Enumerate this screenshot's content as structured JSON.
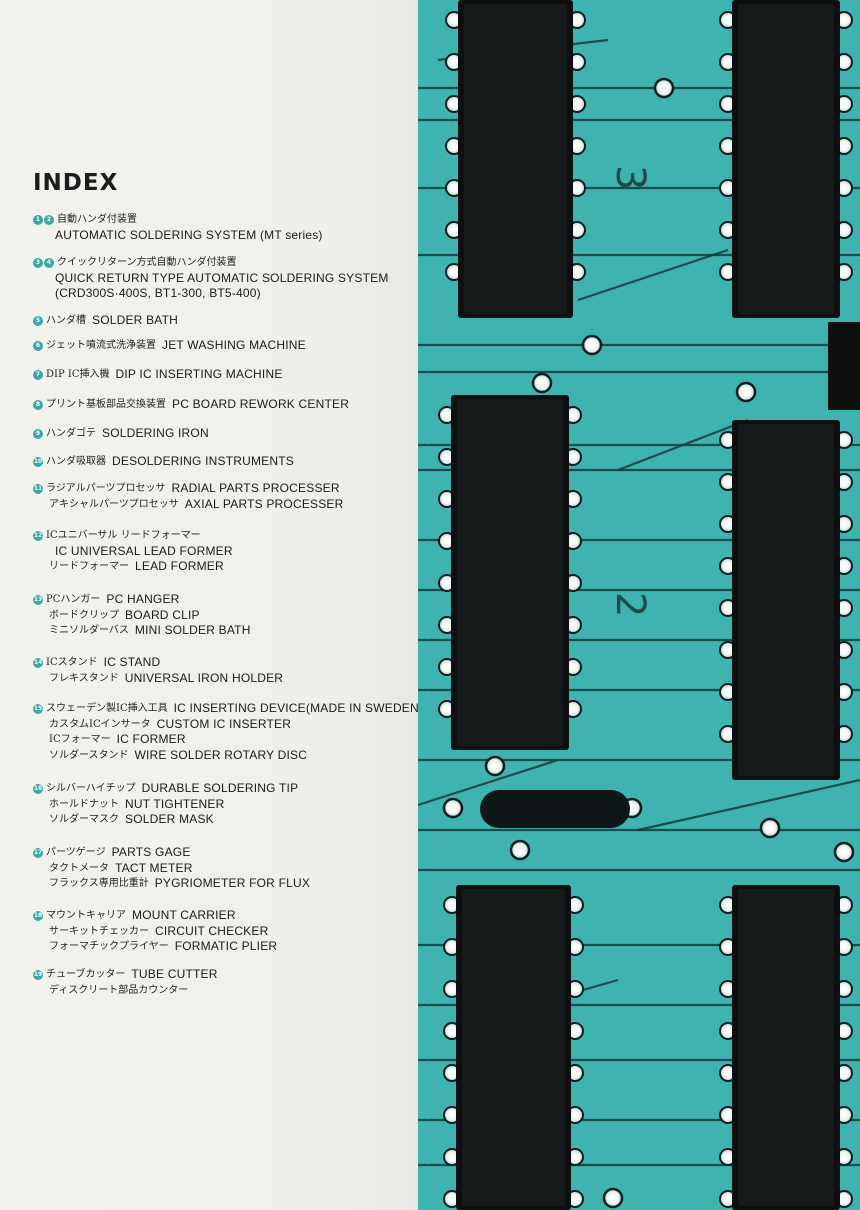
{
  "index_title": "INDEX",
  "accent_color": "#38a8a7",
  "board_color": "#3fb3b0",
  "chip_label_top": "3",
  "chip_label_mid": "2",
  "entries": [
    {
      "nums": [
        "1",
        "2"
      ],
      "lines": [
        {
          "ja": "自動ハンダ付装置",
          "en": ""
        },
        {
          "ja": "",
          "en": "AUTOMATIC SOLDERING SYSTEM (MT series)"
        }
      ]
    },
    {
      "nums": [
        "3",
        "4"
      ],
      "lines": [
        {
          "ja": "クイックリターン方式自動ハンダ付装置",
          "en": ""
        },
        {
          "ja": "",
          "en": "QUICK RETURN TYPE AUTOMATIC SOLDERING SYSTEM"
        },
        {
          "ja": "",
          "en": "(CRD300S·400S, BT1-300, BT5-400)"
        }
      ]
    },
    {
      "nums": [
        "5"
      ],
      "lines": [
        {
          "ja": "ハンダ槽",
          "en": "SOLDER BATH"
        }
      ]
    },
    {
      "nums": [
        "6"
      ],
      "lines": [
        {
          "ja": "ジェット噴流式洗浄装置",
          "en": "JET WASHING MACHINE"
        }
      ]
    },
    {
      "nums": [
        "7"
      ],
      "lines": [
        {
          "ja": "DIP IC挿入機",
          "en": "DIP IC INSERTING MACHINE"
        }
      ]
    },
    {
      "nums": [
        "8"
      ],
      "lines": [
        {
          "ja": "プリント基板部品交換装置",
          "en": "PC BOARD REWORK CENTER"
        }
      ]
    },
    {
      "nums": [
        "9"
      ],
      "lines": [
        {
          "ja": "ハンダゴテ",
          "en": "SOLDERING IRON"
        }
      ]
    },
    {
      "nums": [
        "10"
      ],
      "lines": [
        {
          "ja": "ハンダ吸取器",
          "en": "DESOLDERING INSTRUMENTS"
        }
      ]
    },
    {
      "nums": [
        "11"
      ],
      "lines": [
        {
          "ja": "ラジアルパーツプロセッサ",
          "en": "RADIAL PARTS PROCESSER"
        },
        {
          "ja": "アキシャルパーツプロセッサ",
          "en": "AXIAL PARTS PROCESSER"
        }
      ]
    },
    {
      "nums": [
        "12"
      ],
      "lines": [
        {
          "ja": "ICユニバーサル リードフォーマー",
          "en": ""
        },
        {
          "ja": "",
          "en": "IC UNIVERSAL LEAD FORMER"
        },
        {
          "ja": "リードフォーマー",
          "en": "LEAD FORMER"
        }
      ]
    },
    {
      "nums": [
        "13"
      ],
      "lines": [
        {
          "ja": "PCハンガー",
          "en": "PC HANGER"
        },
        {
          "ja": "ボードクリップ",
          "en": "BOARD CLIP"
        },
        {
          "ja": "ミニソルダーバス",
          "en": "MINI SOLDER BATH"
        }
      ]
    },
    {
      "nums": [
        "14"
      ],
      "lines": [
        {
          "ja": "ICスタンド",
          "en": "IC STAND"
        },
        {
          "ja": "フレキスタンド",
          "en": "UNIVERSAL IRON HOLDER"
        }
      ]
    },
    {
      "nums": [
        "15"
      ],
      "lines": [
        {
          "ja": "スウェーデン製IC挿入工具",
          "en": "IC INSERTING DEVICE(MADE IN SWEDEN)"
        },
        {
          "ja": "カスタムICインサータ",
          "en": "CUSTOM IC INSERTER"
        },
        {
          "ja": "ICフォーマー",
          "en": "IC FORMER"
        },
        {
          "ja": "ソルダースタンド",
          "en": "WIRE SOLDER ROTARY DISC"
        }
      ]
    },
    {
      "nums": [
        "16"
      ],
      "lines": [
        {
          "ja": "シルバーハイチップ",
          "en": "DURABLE SOLDERING TIP"
        },
        {
          "ja": "ホールドナット",
          "en": "NUT TIGHTENER"
        },
        {
          "ja": "ソルダーマスク",
          "en": "SOLDER MASK"
        }
      ]
    },
    {
      "nums": [
        "17"
      ],
      "lines": [
        {
          "ja": "パーツゲージ",
          "en": "PARTS GAGE"
        },
        {
          "ja": "タクトメータ",
          "en": "TACT METER"
        },
        {
          "ja": "フラックス専用比重計",
          "en": "PYGRIOMETER FOR FLUX"
        }
      ]
    },
    {
      "nums": [
        "18"
      ],
      "lines": [
        {
          "ja": "マウントキャリア",
          "en": "MOUNT CARRIER"
        },
        {
          "ja": "サーキットチェッカー",
          "en": "CIRCUIT CHECKER"
        },
        {
          "ja": "フォーマチックプライヤー",
          "en": "FORMATIC PLIER"
        }
      ]
    },
    {
      "nums": [
        "19"
      ],
      "lines": [
        {
          "ja": "チューブカッター",
          "en": "TUBE CUTTER"
        },
        {
          "ja": "ディスクリート部品カウンター",
          "en": ""
        }
      ]
    }
  ]
}
